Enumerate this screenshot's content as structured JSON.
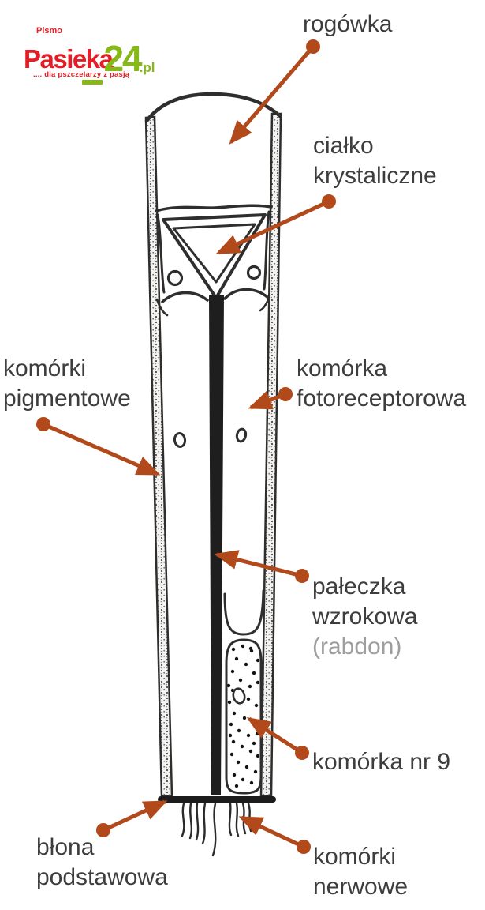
{
  "logo": {
    "pismo": "Pismo",
    "brand": "Pasieka",
    "brand_number": "24",
    "brand_tld": ".pl",
    "tagline": ".... dla pszczelarzy z pasją",
    "red": "#e31e26",
    "green": "#86b918"
  },
  "diagram": {
    "description": "Schematic longitudinal section of a single ommatidium of a bee compound eye",
    "arrow_color": "#b2491b",
    "text_color": "#3d3d3d",
    "muted_color": "#9e9e9e",
    "labels": {
      "rogowka": {
        "text": "rogówka"
      },
      "cialko": {
        "line1": "ciałko",
        "line2": "krystaliczne"
      },
      "pigmentowe": {
        "line1": "komórki",
        "line2": "pigmentowe"
      },
      "fotoreceptorowa": {
        "line1": "komórka",
        "line2": "fotoreceptorowa"
      },
      "paleczka": {
        "line1": "pałeczka",
        "line2": "wzrokowa",
        "sub": "(rabdon)"
      },
      "nr9": {
        "text": "komórka nr 9"
      },
      "blona": {
        "line1": "błona",
        "line2": "podstawowa"
      },
      "nerwowe": {
        "line1": "komórki",
        "line2": "nerwowe"
      }
    }
  }
}
